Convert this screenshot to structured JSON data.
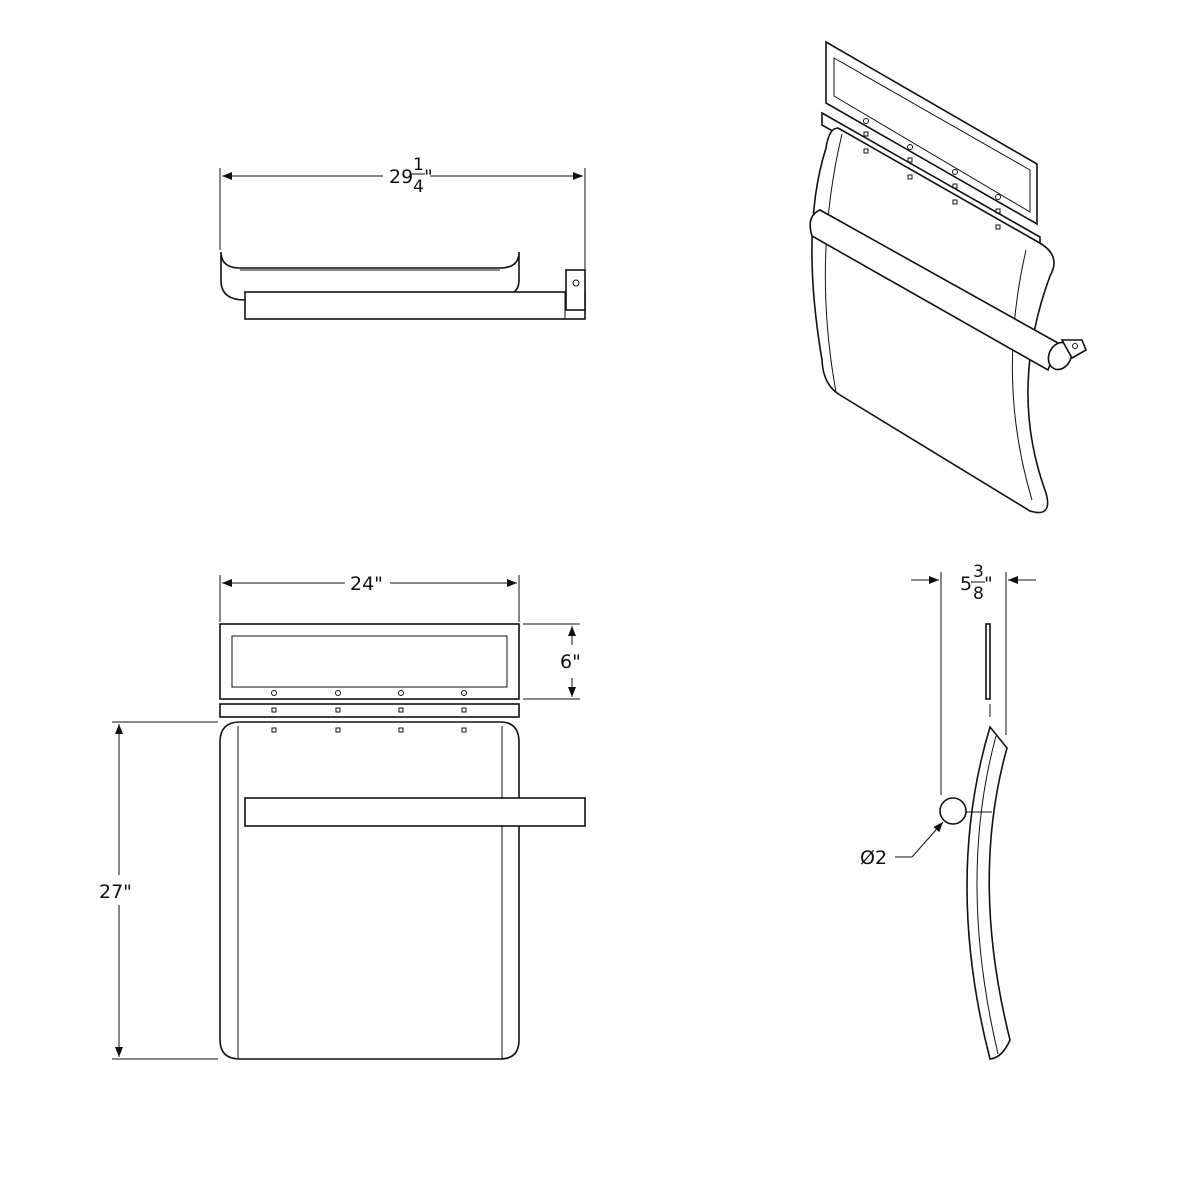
{
  "dimensions": {
    "top_width": {
      "whole": "29",
      "num": "1",
      "den": "4",
      "unit": "\""
    },
    "front_width": "24\"",
    "header_height": "6\"",
    "panel_height": "27\"",
    "side_depth": {
      "whole": "5",
      "num": "3",
      "den": "8",
      "unit": "\""
    },
    "bar_diameter": "Ø2"
  },
  "colors": {
    "line": "#111111",
    "background": "#ffffff"
  },
  "icons": {
    "arrowhead": "filled-triangle"
  }
}
